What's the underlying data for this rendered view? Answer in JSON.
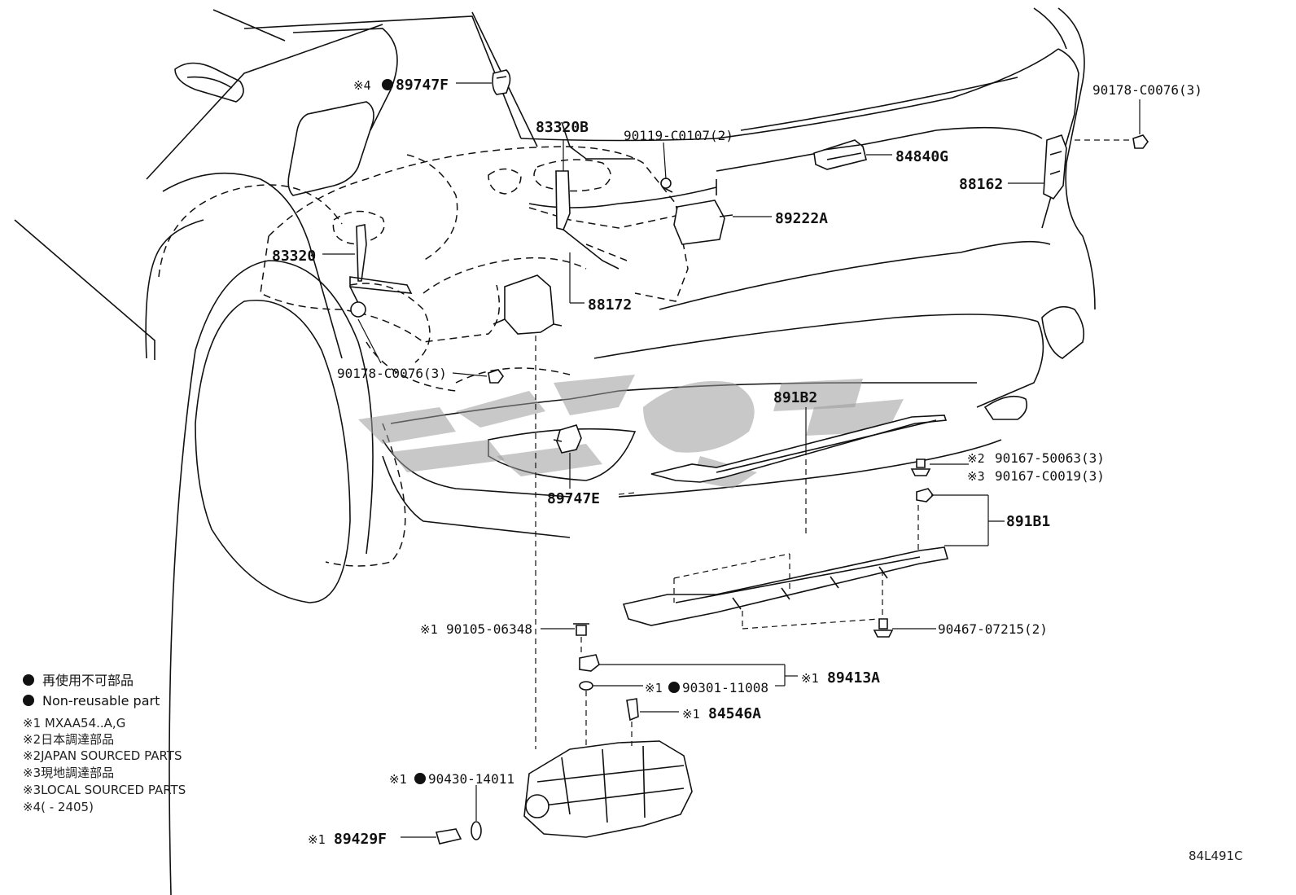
{
  "labels": {
    "l_89747F": "89747F",
    "l_83320B": "83320B",
    "l_90119": "90119-C0107(2)",
    "l_90178_top": "90178-C0076(3)",
    "l_84840G": "84840G",
    "l_88162": "88162",
    "l_89222A": "89222A",
    "l_83320": "83320",
    "l_88172": "88172",
    "l_90178_bot": "90178-C0076(3)",
    "l_891B2": "891B2",
    "l_90167_50063": "90167-50063(3)",
    "l_90167_C0019": "90167-C0019(3)",
    "l_891B1": "891B1",
    "l_89747E": "89747E",
    "l_90105": "90105-06348",
    "l_90467": "90467-07215(2)",
    "l_89413A": "89413A",
    "l_90301": "90301-11008",
    "l_84546A": "84546A",
    "l_90430": "90430-14011",
    "l_89429F": "89429F"
  },
  "marks": {
    "m1": "※1",
    "m2": "※2",
    "m3": "※3",
    "m4": "※4"
  },
  "legend": {
    "line1": "再使用不可部品",
    "line2": "Non-reusable part",
    "line3": "※1 MXAA54..A,G",
    "line4": "※2日本調達部品",
    "line5": "※2JAPAN SOURCED PARTS",
    "line6": "※3現地調達部品",
    "line7": "※3LOCAL SOURCED PARTS",
    "line8": "※4(        - 2405)"
  },
  "figure_code": "84L491C"
}
